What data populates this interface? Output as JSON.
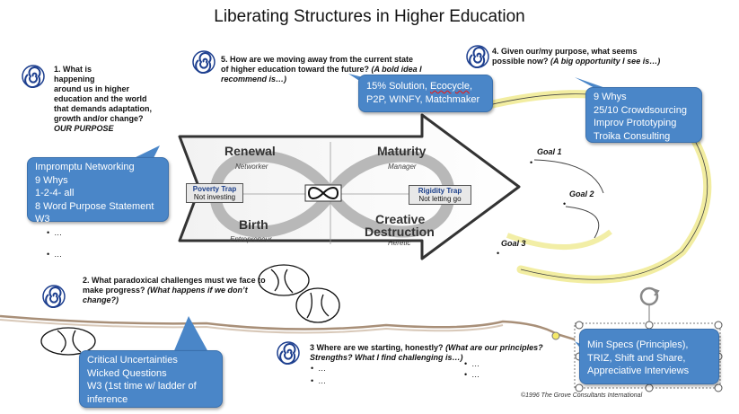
{
  "title": "Liberating Structures in Higher Education",
  "q1": {
    "text_lines": [
      "1. What is",
      "happening",
      "around us in higher",
      "education and the world",
      "that demands adaptation,",
      "growth and/or change?"
    ],
    "italic": "OUR PURPOSE"
  },
  "q2": {
    "text": "2. What paradoxical challenges must we face to make progress?",
    "italic": "(What happens if we don’t change?)"
  },
  "q3": {
    "text": "3  Where are we starting, honestly?",
    "italic": "(What are our principles? Strengths? What I find challenging is…)"
  },
  "q4": {
    "text": "4. Given our/my purpose, what seems possible now?",
    "italic": "(A big opportunity I see is…)"
  },
  "q5": {
    "text": "5. How are we moving away from the current state of higher education toward the future?",
    "italic": "(A bold idea I recommend is…)"
  },
  "callout1": {
    "items": [
      "Impromptu Networking",
      "9 Whys",
      "1-2-4- all",
      "8 Word Purpose Statement",
      "W3"
    ]
  },
  "callout2": {
    "items": [
      "Critical Uncertainties",
      "Wicked Questions",
      "W3 (1st time w/ ladder of",
      "inference"
    ]
  },
  "callout3": {
    "items": [
      "Min Specs (Principles),",
      "TRIZ, Shift and Share,",
      "Appreciative Interviews"
    ]
  },
  "callout4": {
    "items": [
      "9 Whys",
      "25/10 Crowdsourcing",
      "Improv Prototyping",
      "Troika Consulting"
    ]
  },
  "callout5": {
    "line1_a": "15% Solution, ",
    "line1_b": "Ecocycle",
    "line1_c": ",",
    "line2": "P2P, WINFY, Matchmaker"
  },
  "bullets": {
    "ellipsis": "…",
    "dot": "•"
  },
  "ecocycle": {
    "renewal": "Renewal",
    "renewal_sub": "Networker",
    "maturity": "Maturity",
    "maturity_sub": "Manager",
    "birth": "Birth",
    "birth_sub": "Entrepreneur",
    "creative": "Creative",
    "destruction": "Destruction",
    "creative_sub": "Heretic",
    "poverty_trap": "Poverty Trap",
    "poverty_sub": "Not investing",
    "rigidity_trap": "Rigidity Trap",
    "rigidity_sub": "Not letting go"
  },
  "goals": {
    "g1": "Goal  1",
    "g2": "Goal  2",
    "g3": "Goal  3"
  },
  "copyright": "©1996 The Grove Consultants International",
  "colors": {
    "callout": "#4a86c8",
    "spiral": "#1d3f8f",
    "glow": "#f4f0a0"
  }
}
